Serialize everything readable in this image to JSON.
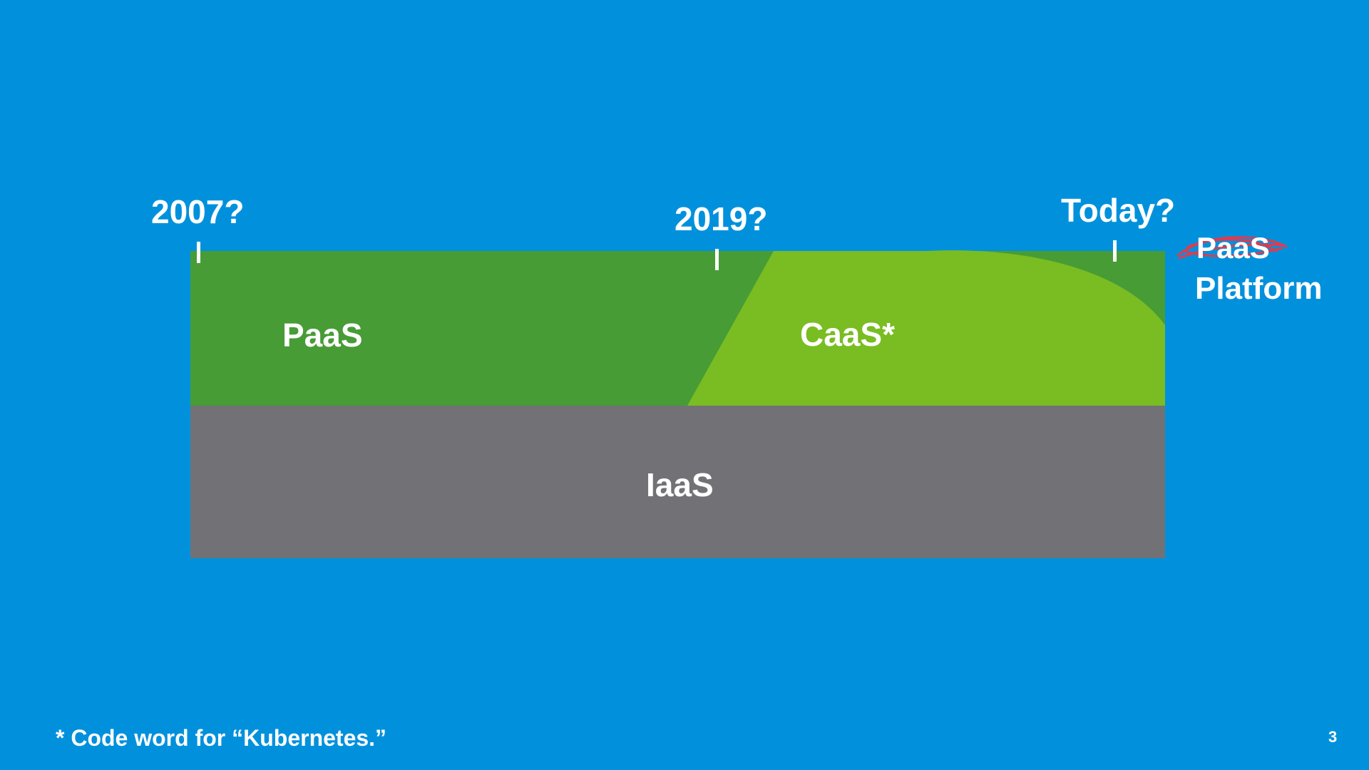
{
  "timeline": {
    "labels": [
      "2007?",
      "2019?",
      "Today?"
    ]
  },
  "layers": {
    "paas": "PaaS",
    "caas": "CaaS*",
    "iaas": "IaaS"
  },
  "relabel": {
    "old": "PaaS",
    "new": "Platform"
  },
  "footnote": "* Code word for “Kubernetes.”",
  "page_number": "3",
  "colors": {
    "background": "#0191dc",
    "paas": "#479c36",
    "caas": "#79bd22",
    "iaas": "#727176",
    "strike": "#e03a4e",
    "text": "#ffffff"
  }
}
